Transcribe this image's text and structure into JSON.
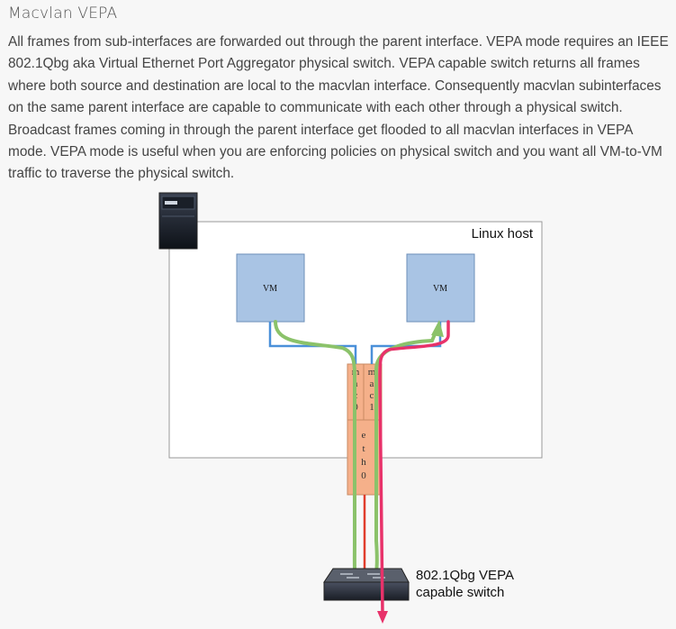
{
  "section": {
    "title": "Macvlan VEPA",
    "paragraph": "All frames from sub-interfaces are forwarded out through the parent interface. VEPA mode requires an IEEE 802.1Qbg aka Virtual Ethernet Port Aggregator physical switch. VEPA capable switch returns all frames where both source and destination are local to the macvlan interface. Consequently macvlan subinterfaces on the same parent interface are capable to communicate with each other through a physical switch. Broadcast frames coming in through the parent interface get flooded to all macvlan interfaces in VEPA mode.  VEPA mode is useful when you are enforcing policies on physical switch and you want all VM-to-VM traffic to traverse the physical switch."
  },
  "diagram": {
    "host_label": "Linux host",
    "vm_left": "VM",
    "vm_right": "VM",
    "mac0": [
      "m",
      "a",
      "c",
      "0"
    ],
    "mac1": [
      "m",
      "a",
      "c",
      "1"
    ],
    "eth0": [
      "e",
      "t",
      "h",
      "0"
    ],
    "switch_label": [
      "802.1Qbg VEPA",
      "capable switch"
    ],
    "icons": [
      "server-icon",
      "switch-icon"
    ],
    "colors": {
      "host_fill": "#ffffff",
      "vm_fill": "#a9c4e4",
      "iface_fill": "#f5b08a",
      "blue_link": "#4a90d9",
      "green_flow": "#8bc26a",
      "red_wire": "#e03c2c",
      "pink_flow": "#e8326a"
    }
  }
}
